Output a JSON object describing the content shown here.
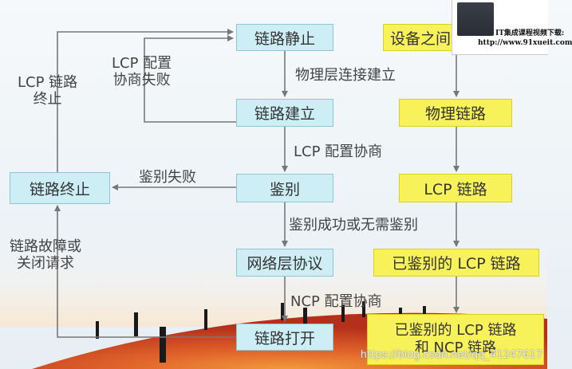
{
  "nodes": {
    "link_dead": "链路静止",
    "link_establish": "链路建立",
    "authenticate": "鉴别",
    "network_protocol": "网络层协议",
    "link_open": "链路打开",
    "link_terminate": "链路终止"
  },
  "states": {
    "device_phase": "设备之间",
    "physical_link": "物理链路",
    "lcp_link": "LCP 链路",
    "authenticated_lcp_link": "已鉴别的 LCP 链路",
    "authenticated_lcp_ncp_link_line1": "已鉴别的 LCP 链路",
    "authenticated_lcp_ncp_link_line2": "和 NCP 链路"
  },
  "labels": {
    "physical_layer_connection": "物理层连接建立",
    "lcp_configure": "LCP 配置协商",
    "auth_success": "鉴别成功或无需鉴别",
    "ncp_configure": "NCP 配置协商",
    "auth_failure": "鉴别失败",
    "lcp_fail_line1": "LCP 配置",
    "lcp_fail_line2": "协商失败",
    "lcp_terminate_line1": "LCP 链路",
    "lcp_terminate_line2": "终止",
    "link_fault_line1": "链路故障或",
    "link_fault_line2": "关闭请求"
  },
  "presenter": {
    "caption_line1": "IT集成课程视频下载:",
    "caption_line2": "http://www.91xueit.com"
  },
  "watermark": "https://blog.csdn.net/qq_41247617",
  "colors": {
    "process_box": "#cdeef4",
    "state_box": "#f8f25a",
    "connector": "#777777",
    "horizon_red": "#d0411f"
  }
}
